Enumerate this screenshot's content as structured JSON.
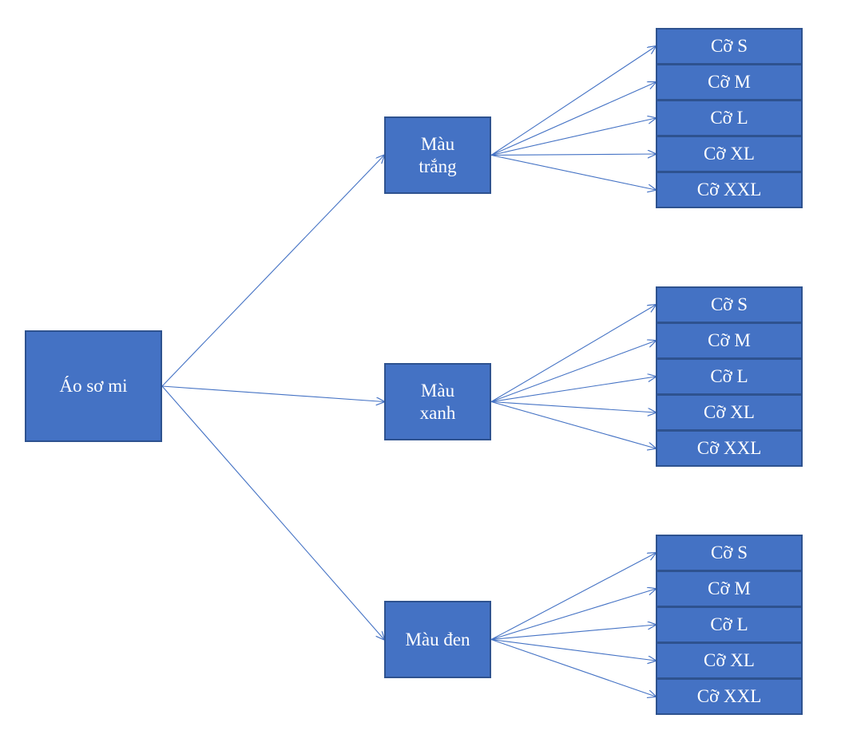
{
  "diagram": {
    "type": "tree",
    "title_text": "",
    "colors": {
      "node_fill": "#4472C4",
      "node_border": "#2E528F",
      "node_text": "#FFFFFF",
      "connector": "#4472C4",
      "background": "#FFFFFF"
    },
    "root": {
      "label": "Áo sơ mi"
    },
    "branches": [
      {
        "label": "Màu\ntrắng",
        "label_plain": "Màu trắng",
        "sizes": [
          {
            "label": "Cỡ S"
          },
          {
            "label": "Cỡ M"
          },
          {
            "label": "Cỡ L"
          },
          {
            "label": "Cỡ XL"
          },
          {
            "label": "Cỡ XXL"
          }
        ]
      },
      {
        "label": "Màu\nxanh",
        "label_plain": "Màu xanh",
        "sizes": [
          {
            "label": "Cỡ S"
          },
          {
            "label": "Cỡ M"
          },
          {
            "label": "Cỡ L"
          },
          {
            "label": "Cỡ XL"
          },
          {
            "label": "Cỡ XXL"
          }
        ]
      },
      {
        "label": "Màu đen",
        "label_plain": "Màu đen",
        "sizes": [
          {
            "label": "Cỡ S"
          },
          {
            "label": "Cỡ M"
          },
          {
            "label": "Cỡ L"
          },
          {
            "label": "Cỡ XL"
          },
          {
            "label": "Cỡ XXL"
          }
        ]
      }
    ]
  }
}
